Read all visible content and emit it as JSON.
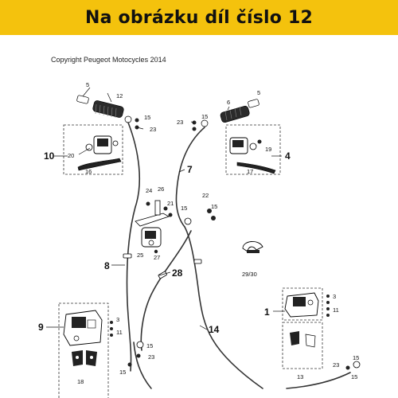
{
  "banner": {
    "title": "Na obrázku díl číslo 12",
    "color": "#f4c20d"
  },
  "copyright": "Copyright Peugeot Motocycles 2014",
  "callouts": {
    "c12": "12",
    "c5a": "5",
    "c15a": "15",
    "c23a": "23",
    "c10": "10",
    "c20": "20",
    "c16": "16",
    "c6": "6",
    "c5b": "5",
    "c23b": "23",
    "c15b": "15",
    "c19": "19",
    "c4": "4",
    "c17": "17",
    "c7": "7",
    "c24": "24",
    "c26": "26",
    "c21": "21",
    "c22": "22",
    "c15c": "15",
    "c15d": "15",
    "c25": "25",
    "c27": "27",
    "c2930": "29/30",
    "c8": "8",
    "c28": "28",
    "c1": "1",
    "c3a": "3",
    "c11a": "11",
    "c14": "14",
    "c13": "13",
    "c9": "9",
    "c3b": "3",
    "c11b": "11",
    "c18": "18",
    "c15e": "15",
    "c23c": "23",
    "c15f": "15",
    "c15g": "15",
    "c23d": "23",
    "c15h": "15"
  }
}
